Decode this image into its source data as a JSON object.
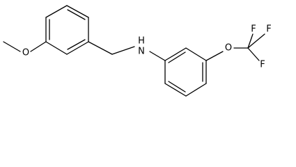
{
  "molecule": {
    "atom_labels": {
      "methoxy_oxygen": "O",
      "amine": "N",
      "amine_hydrogen": "H",
      "ether_oxygen": "O",
      "fluorine_top_left": "F",
      "fluorine_top_right": "F",
      "fluorine_right": "F"
    }
  }
}
